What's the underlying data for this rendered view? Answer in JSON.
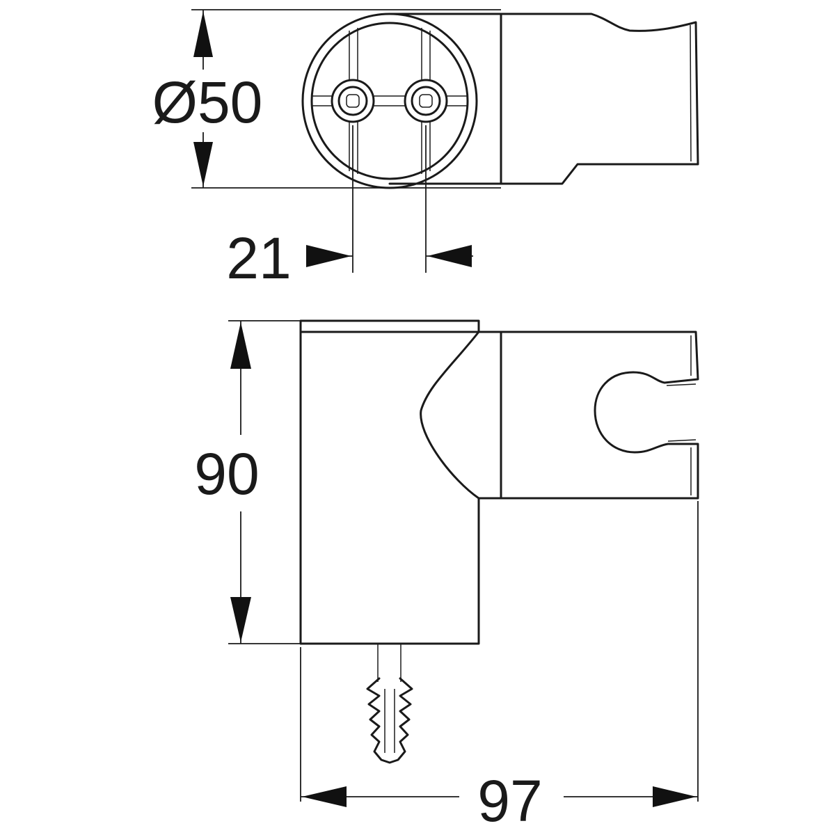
{
  "dimensions": {
    "diameter": "Ø50",
    "hole_spacing": "21",
    "height": "90",
    "width": "97"
  },
  "colors": {
    "line": "#1a1a1a",
    "background": "#ffffff"
  }
}
